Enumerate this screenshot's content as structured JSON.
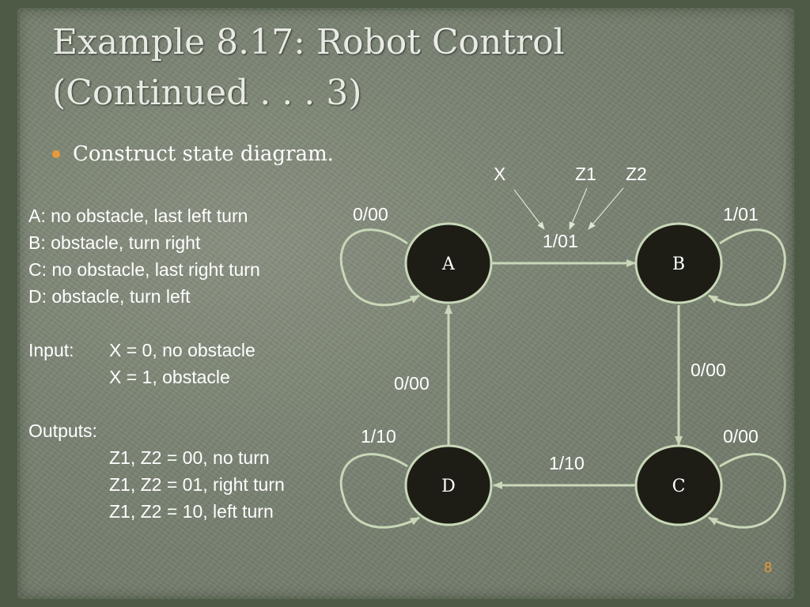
{
  "slide": {
    "title": "Example 8.17: Robot Control (Continued . . . 3)",
    "bullet": "Construct state diagram.",
    "page_number": "8",
    "accent_color": "#e89a3a"
  },
  "notes": {
    "states": [
      "A: no obstacle, last left turn",
      "B: obstacle, turn right",
      "C: no obstacle, last right turn",
      "D: obstacle, turn left"
    ],
    "input_label": "Input:",
    "inputs": [
      "X = 0, no obstacle",
      "X = 1, obstacle"
    ],
    "outputs_label": "Outputs:",
    "outputs": [
      "Z1, Z2 = 00, no turn",
      "Z1, Z2 = 01, right turn",
      "Z1, Z2 = 10, left turn"
    ]
  },
  "diagram": {
    "states": [
      "A",
      "B",
      "C",
      "D"
    ],
    "legend": [
      "X",
      "Z1",
      "Z2"
    ],
    "transitions": {
      "a_self": "0/00",
      "a_to_b": "1/01",
      "b_self": "1/01",
      "b_to_c": "0/00",
      "c_self": "0/00",
      "c_to_d": "1/10",
      "d_self": "1/10",
      "d_to_a": "0/00"
    }
  }
}
